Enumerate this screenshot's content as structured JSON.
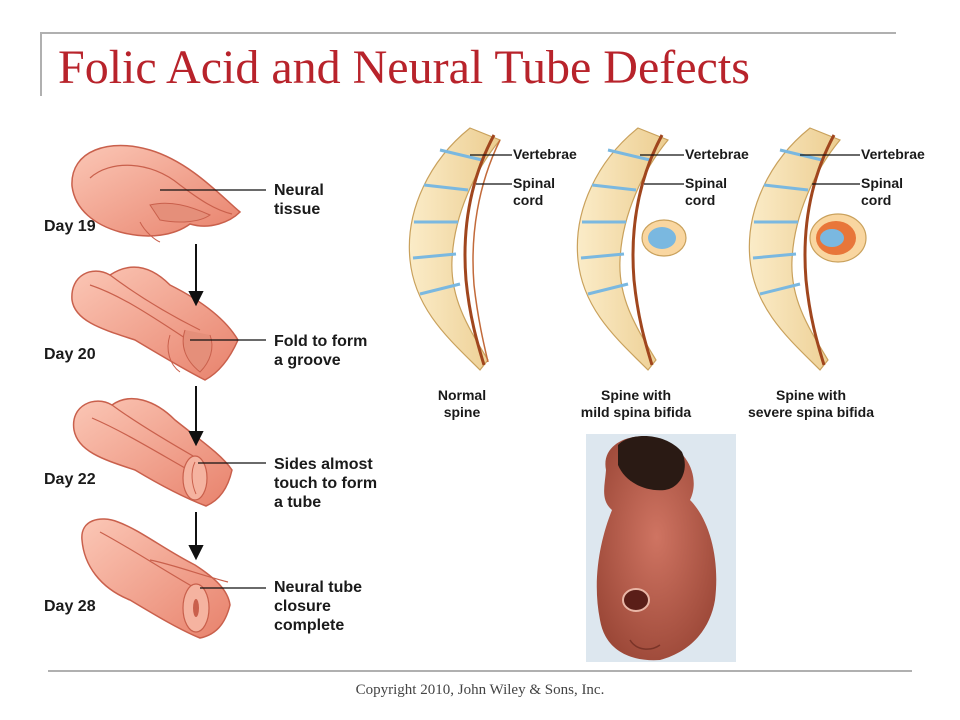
{
  "title": "Folic Acid and Neural Tube Defects",
  "footer": "Copyright 2010, John Wiley & Sons, Inc.",
  "stages": [
    {
      "day": "Day 19",
      "label_lines": [
        "Neural",
        "tissue"
      ]
    },
    {
      "day": "Day 20",
      "label_lines": [
        "Fold to form",
        "a groove"
      ]
    },
    {
      "day": "Day 22",
      "label_lines": [
        "Sides almost",
        "touch to form",
        "a tube"
      ]
    },
    {
      "day": "Day 28",
      "label_lines": [
        "Neural tube",
        "closure",
        "complete"
      ]
    }
  ],
  "spines": [
    {
      "vertebrae_label": "Vertebrae",
      "cord_label_lines": [
        "Spinal",
        "cord"
      ],
      "caption_lines": [
        "Normal",
        "spine"
      ]
    },
    {
      "vertebrae_label": "Vertebrae",
      "cord_label_lines": [
        "Spinal",
        "cord"
      ],
      "caption_lines": [
        "Spine with",
        "mild spina bifida"
      ]
    },
    {
      "vertebrae_label": "Vertebrae",
      "cord_label_lines": [
        "Spinal",
        "cord"
      ],
      "caption_lines": [
        "Spine with",
        "severe spina bifida"
      ]
    }
  ],
  "colors": {
    "title": "#b8232b",
    "tissue": "#f2a08c",
    "bone": "#f6deb0",
    "cord": "#a0461e",
    "fluid": "#7ab8e0",
    "sac": "#e8763a"
  }
}
